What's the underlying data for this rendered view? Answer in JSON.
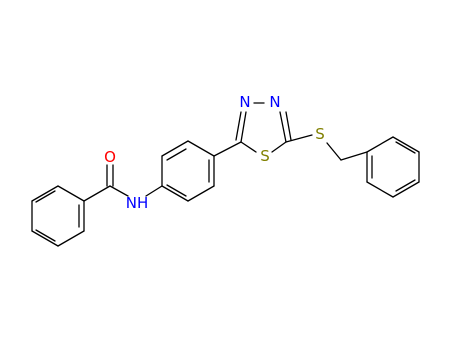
{
  "molecule": {
    "atoms": {
      "carbonyl_oxygen": {
        "symbol": "O",
        "color": "#ff0000"
      },
      "amide_nitrogen": {
        "symbol": "NH",
        "color": "#0000ff"
      },
      "thiadiazole_n3": {
        "symbol": "N",
        "color": "#0000ff"
      },
      "thiadiazole_n4": {
        "symbol": "N",
        "color": "#0000ff"
      },
      "thiadiazole_sulfur": {
        "symbol": "S",
        "color": "#808000"
      },
      "thioether_sulfur": {
        "symbol": "S",
        "color": "#808000"
      }
    }
  },
  "colors": {
    "bond": "#000000",
    "background": "#ffffff"
  }
}
